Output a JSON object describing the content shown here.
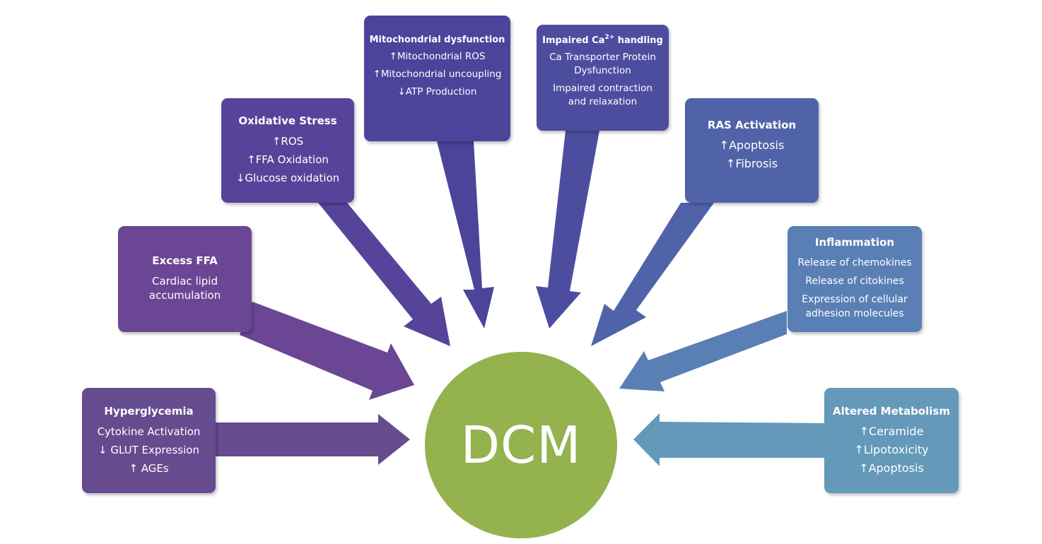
{
  "center": {
    "label": "DCM",
    "color": "#94b24e"
  },
  "boxes": [
    {
      "id": "hyperglycemia",
      "title": "Hyperglycemia",
      "items": [
        "Cytokine  Activation",
        "↓ GLUT Expression",
        "↑ AGEs"
      ],
      "color": "#674b8f"
    },
    {
      "id": "excess-ffa",
      "title": "Excess FFA",
      "items": [
        "Cardiac lipid\naccumulation"
      ],
      "color": "#6a4694"
    },
    {
      "id": "oxidative-stress",
      "title": "Oxidative Stress",
      "items": [
        "↑ROS",
        "↑FFA Oxidation",
        "↓Glucose oxidation"
      ],
      "color": "#56449a"
    },
    {
      "id": "mitochondrial",
      "title": "Mitochondrial  dysfunction",
      "items": [
        "↑Mitochondrial ROS",
        "↑Mitochondrial uncoupling",
        "↓ATP Production"
      ],
      "color": "#4c449b"
    },
    {
      "id": "calcium",
      "title_main": "Impaired Ca",
      "title_sup": "2+",
      "title_rest": " handling",
      "items": [
        "Ca Transporter Protein\nDysfunction",
        "Impaired contraction\nand relaxation"
      ],
      "color": "#4d4da0"
    },
    {
      "id": "ras",
      "title": "RAS Activation",
      "items": [
        "↑Apoptosis",
        "↑Fibrosis"
      ],
      "color": "#5163a8"
    },
    {
      "id": "inflammation",
      "title": "Inflammation",
      "items": [
        "Release of chemokines",
        "Release of citokines",
        "Expression of cellular\nadhesion molecules"
      ],
      "color": "#5a7fb5"
    },
    {
      "id": "altered-metabolism",
      "title": "Altered Metabolism",
      "items": [
        "↑Ceramide",
        "↑Lipotoxicity",
        "↑Apoptosis"
      ],
      "color": "#6499b9"
    }
  ]
}
